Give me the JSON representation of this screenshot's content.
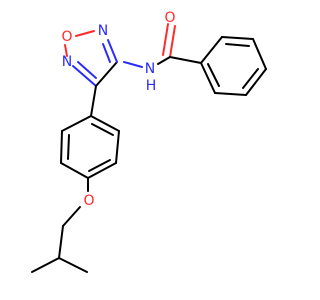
{
  "molecule": {
    "atom_labels": {
      "carbonyl_oxygen": "O",
      "amide_nitrogen": "N",
      "amide_hydrogen": "H",
      "ring_oxygen": "O",
      "ring_nitrogen_upper": "N",
      "ring_nitrogen_lower": "N",
      "ether_oxygen": "O"
    },
    "colors": {
      "carbon_bond": "#000000",
      "nitrogen": "#2b2bff",
      "oxygen": "#ff2a2a"
    }
  }
}
